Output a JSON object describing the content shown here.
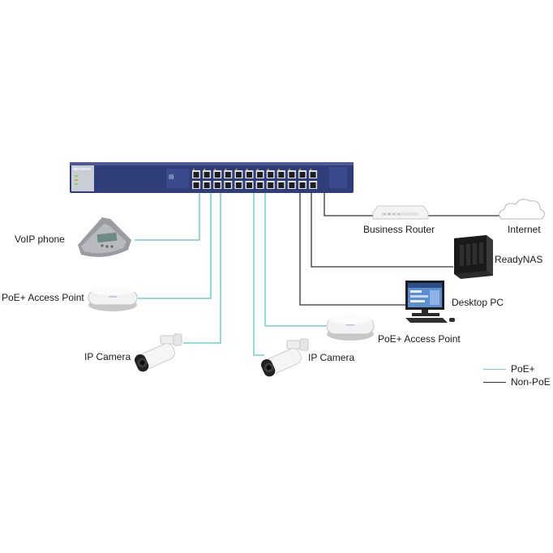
{
  "colors": {
    "poe_line": "#6fcfcf",
    "nonpoe_line": "#333333",
    "switch_body": "#2f3d78",
    "switch_panel": "#c9cdd6",
    "port_fill": "#1e1e1e"
  },
  "switch": {
    "brand": "NETGEAR",
    "port_count": 24
  },
  "devices": {
    "voip_phone": "VoIP phone",
    "access_point_left": "PoE+ Access Point",
    "ip_camera_left": "IP Camera",
    "ip_camera_right": "IP Camera",
    "access_point_right": "PoE+ Access Point",
    "desktop_pc": "Desktop PC",
    "readynas": "ReadyNAS",
    "business_router": "Business Router",
    "internet": "Internet"
  },
  "legend": {
    "poe": "PoE+",
    "nonpoe": "Non-PoE"
  },
  "icons": {
    "switch": "network-switch-icon",
    "phone": "conference-phone-icon",
    "access_point": "wireless-access-point-icon",
    "camera": "bullet-camera-icon",
    "desktop": "desktop-computer-icon",
    "nas": "nas-storage-icon",
    "router": "router-icon",
    "cloud": "cloud-icon"
  }
}
